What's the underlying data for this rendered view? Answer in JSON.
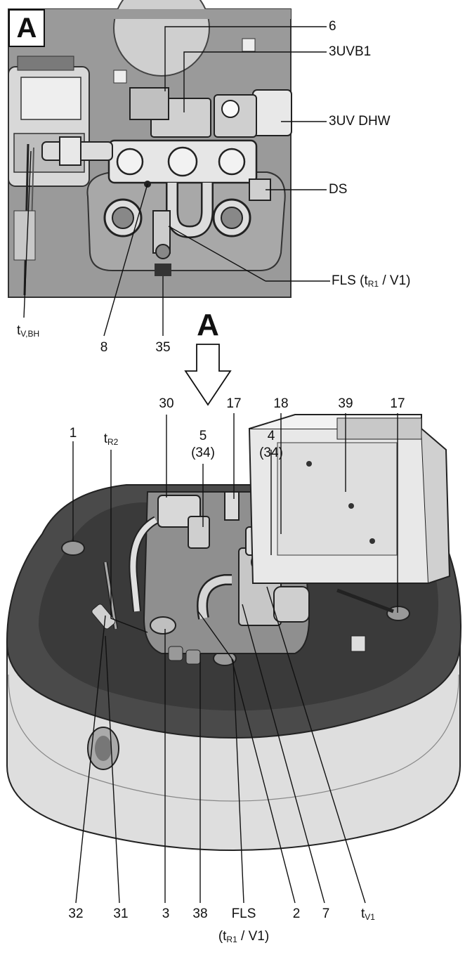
{
  "detail_view": {
    "badge": "A",
    "labels": {
      "l6": "6",
      "l3uvb1": "3UVB1",
      "l3uvdhw": "3UV DHW",
      "lds": "DS",
      "lfls_main": "FLS (t",
      "lfls_sub": "R1",
      "lfls_end": " / V1)",
      "ltv_main": "t",
      "ltv_sub": "V,BH",
      "l8": "8",
      "l35": "35"
    }
  },
  "view_arrow": {
    "letter": "A"
  },
  "main_view": {
    "top_labels": {
      "l30": "30",
      "l5": "5",
      "l5b": "(34)",
      "l17a": "17",
      "l4": "4",
      "l4b": "(34)",
      "l18": "18",
      "l39": "39",
      "l17b": "17",
      "l1": "1",
      "ltr2_main": "t",
      "ltr2_sub": "R2"
    },
    "bottom_labels": {
      "l32": "32",
      "l31": "31",
      "l3": "3",
      "l38": "38",
      "lfls": "FLS",
      "lfls2_pre": "(t",
      "lfls2_sub": "R1",
      "lfls2_end": " / V1)",
      "l2": "2",
      "l7": "7",
      "ltv1_main": "t",
      "ltv1_sub": "V1"
    }
  }
}
